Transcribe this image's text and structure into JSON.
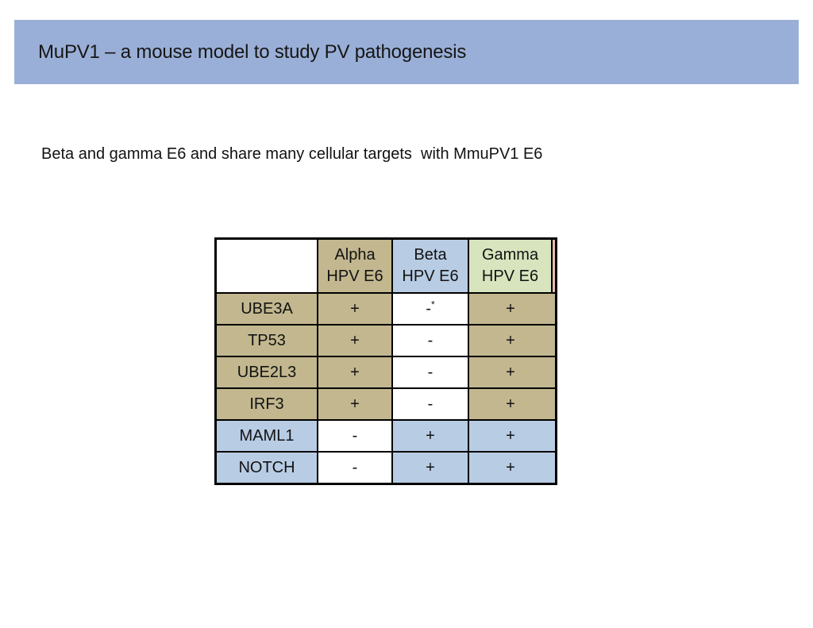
{
  "header": {
    "title": "MuPV1 – a mouse model to study PV pathogenesis",
    "bar_color": "#9AAFD7"
  },
  "subtitle": {
    "text": "Beta and gamma E6 and share many cellular targets  with MmuPV1 E6"
  },
  "palette": {
    "tan": "#C2B78E",
    "blue": "#B8CCE4",
    "green": "#D7E4BD",
    "white": "#FFFFFF",
    "pink": "#E8B9B1",
    "border": "#000000"
  },
  "table": {
    "columns": [
      {
        "label": "",
        "bg": "white"
      },
      {
        "label": "Alpha\nHPV E6",
        "bg": "tan"
      },
      {
        "label": "Beta\nHPV E6",
        "bg": "blue"
      },
      {
        "label": "Gamma\nHPV E6",
        "bg": "green"
      }
    ],
    "cutoff_column": {
      "bg": "pink"
    },
    "rows": [
      {
        "label": "UBE3A",
        "label_bg": "tan",
        "cutoff_bg": "tan",
        "cells": [
          {
            "value": "+",
            "bg": "tan"
          },
          {
            "value": "-",
            "sup": "*",
            "bg": "white"
          },
          {
            "value": "+",
            "bg": "tan"
          }
        ]
      },
      {
        "label": "TP53",
        "label_bg": "tan",
        "cutoff_bg": "tan",
        "cells": [
          {
            "value": "+",
            "bg": "tan"
          },
          {
            "value": "-",
            "bg": "white"
          },
          {
            "value": "+",
            "bg": "tan"
          }
        ]
      },
      {
        "label": "UBE2L3",
        "label_bg": "tan",
        "cutoff_bg": "tan",
        "cells": [
          {
            "value": "+",
            "bg": "tan"
          },
          {
            "value": "-",
            "bg": "white"
          },
          {
            "value": "+",
            "bg": "tan"
          }
        ]
      },
      {
        "label": "IRF3",
        "label_bg": "tan",
        "cutoff_bg": "tan",
        "cells": [
          {
            "value": "+",
            "bg": "tan"
          },
          {
            "value": "-",
            "bg": "white"
          },
          {
            "value": "+",
            "bg": "tan"
          }
        ]
      },
      {
        "label": "MAML1",
        "label_bg": "blue",
        "cutoff_bg": "blue",
        "cells": [
          {
            "value": "-",
            "bg": "white"
          },
          {
            "value": "+",
            "bg": "blue"
          },
          {
            "value": "+",
            "bg": "blue"
          }
        ]
      },
      {
        "label": "NOTCH",
        "label_bg": "blue",
        "cutoff_bg": "blue",
        "cells": [
          {
            "value": "-",
            "bg": "white"
          },
          {
            "value": "+",
            "bg": "blue"
          },
          {
            "value": "+",
            "bg": "blue"
          }
        ]
      }
    ]
  }
}
